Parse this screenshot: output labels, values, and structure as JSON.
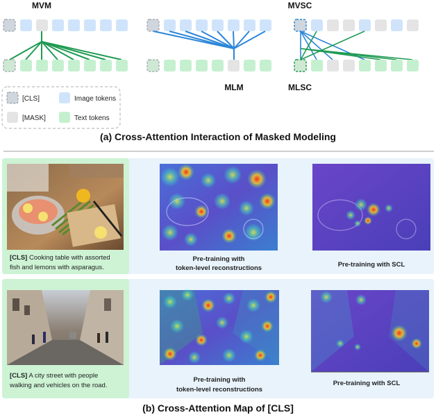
{
  "part_a": {
    "caption": "(a) Cross-Attention Interaction of Masked Modeling",
    "diagrams": [
      {
        "label_top": "MVM",
        "label_bottom": ""
      },
      {
        "label_top": "",
        "label_bottom": "MLM"
      },
      {
        "label_top": "MVSC",
        "label_bottom": "MLSC"
      }
    ],
    "legend": {
      "cls": "[CLS]",
      "mask": "[MASK]",
      "image_tokens": "Image tokens",
      "text_tokens": "Text tokens"
    },
    "colors": {
      "image_token": "#cfe4fb",
      "text_token": "#c5f0cf",
      "mask_token": "#e4e4e4",
      "blue_line": "#2b86d9",
      "green_line": "#1f9a52"
    }
  },
  "part_b": {
    "caption": "(b) Cross-Attention Map of [CLS]",
    "rows": [
      {
        "caption_tag": "[CLS]",
        "caption_text": " Cooking table with assorted fish and lemons with asparagus.",
        "map1_label_line1": "Pre-training with",
        "map1_label_line2": "token-level reconstructions",
        "map2_label": "Pre-training with SCL"
      },
      {
        "caption_tag": "[CLS]",
        "caption_text": " A city street with people walking and vehicles on the road.",
        "map1_label_line1": "Pre-training with",
        "map1_label_line2": "token-level reconstructions",
        "map2_label": "Pre-training with SCL"
      }
    ],
    "colors": {
      "row_bg": "#e8f3fc",
      "caption_bg": "#cdf3d4"
    }
  }
}
